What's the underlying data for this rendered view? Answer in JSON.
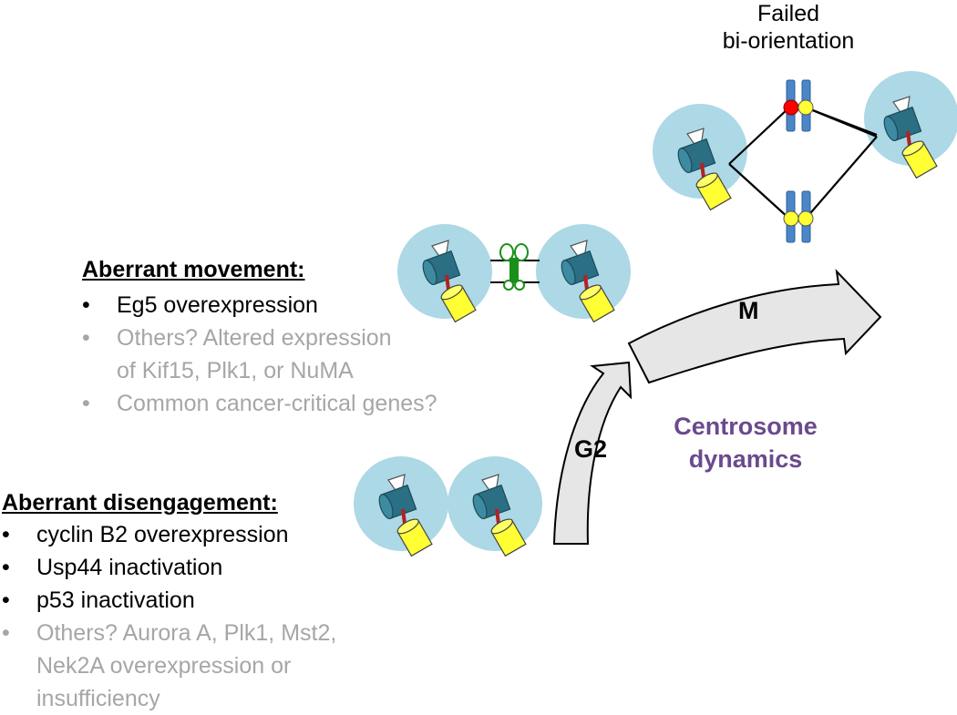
{
  "failed": {
    "line1": "Failed",
    "line2": "bi-orientation"
  },
  "movement": {
    "heading": "Aberrant movement:",
    "items": [
      "Eg5 overexpression",
      "Others? Altered expression",
      "of Kif15, Plk1, or NuMA",
      "Common cancer-critical genes?"
    ]
  },
  "disengagement": {
    "heading": "Aberrant disengagement:",
    "items": [
      "cyclin B2 overexpression",
      "Usp44 inactivation",
      "p53 inactivation",
      "Others? Aurora A, Plk1, Mst2,",
      "Nek2A overexpression or",
      "insufficiency"
    ]
  },
  "bullet": "•",
  "phases": {
    "g2": "G2",
    "m": "M"
  },
  "dynamics": {
    "line1": "Centrosome",
    "line2": "dynamics"
  },
  "colors": {
    "circle": "#add8e6",
    "centriole_teal": "#2a6f84",
    "centriole_yellow": "#ffff33",
    "chromosome_blue": "#4a86c8",
    "kinetochore_red": "#ff0000",
    "motor_green": "#1a8f1a",
    "arrow_fill": "#e6e6e6",
    "dynamics_purple": "#6a4a8c",
    "grey_text": "#a6a6a6"
  }
}
